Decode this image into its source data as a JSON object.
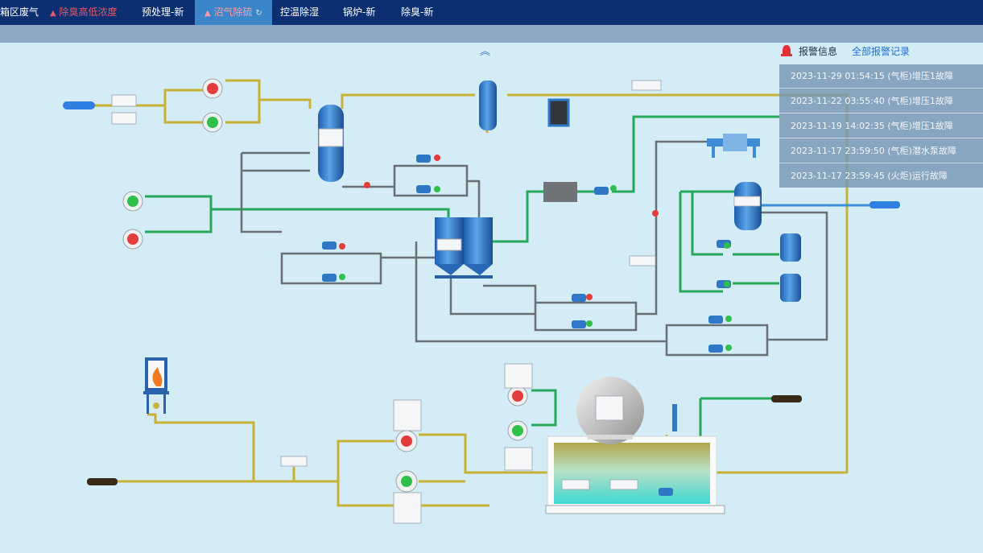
{
  "nav": {
    "tabs": [
      {
        "label": "箱区废气",
        "state": "normal"
      },
      {
        "label": "除臭高低浓度",
        "state": "alarm"
      },
      {
        "label": "预处理-新",
        "state": "normal"
      },
      {
        "label": "沼气除硫",
        "state": "active"
      },
      {
        "label": "控温除湿",
        "state": "normal"
      },
      {
        "label": "锅炉-新",
        "state": "normal"
      },
      {
        "label": "除臭-新",
        "state": "normal"
      }
    ]
  },
  "collapse_icon": "double-chevron-up-icon",
  "alarm": {
    "title": "报警信息",
    "all_link": "全部报警记录",
    "bell_icon": "alarm-bell-icon",
    "records": [
      "2023-11-29 01:54:15 (气柜)增压1故障",
      "2023-11-22 03:55:40 (气柜)增压1故障",
      "2023-11-19 14:02:35 (气柜)增压1故障",
      "2023-11-17 23:59:50 (气柜)潜水泵故障",
      "2023-11-17 23:59:45 (火炬)运行故障"
    ]
  },
  "colors": {
    "nav_bg": "#0b2f70",
    "nav_active": "#3a86c8",
    "alarm_text": "#e25a6a",
    "pipe_gas": "#c8b236",
    "pipe_water": "#24a85a",
    "pipe_gray": "#6a6f75",
    "vessel_blue": "#2f78c8",
    "fan_red": "#e23c3c",
    "fan_green": "#2dc04a"
  }
}
